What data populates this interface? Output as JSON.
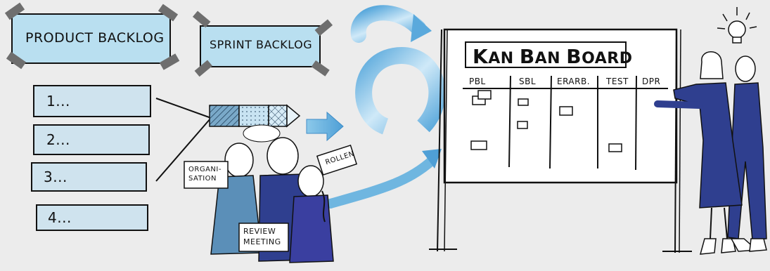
{
  "labels": {
    "product_backlog": "PRODUCT BACKLOG",
    "sprint_backlog": "SPRINT BACKLOG",
    "board_title_k": "K",
    "board_title_1": "AN ",
    "board_title_b": "B",
    "board_title_2": "AN ",
    "board_title_b2": "B",
    "board_title_3": "OARD",
    "organisation": "ORGANI-\nSATION",
    "rollen": "ROLLEN",
    "review_meeting": "REVIEW\nMEETING"
  },
  "backlog_items": [
    "1...",
    "2...",
    "3...",
    "4..."
  ],
  "board_columns": [
    "PBL",
    "SBL",
    "ERARB.",
    "TEST",
    "DPR"
  ],
  "colors": {
    "background": "#ececec",
    "note_blue": "#b9dff0",
    "item_blue": "#cfe3ee",
    "people_blue": "#2f3f8f",
    "arrow_blue": "#6fb6e0"
  }
}
